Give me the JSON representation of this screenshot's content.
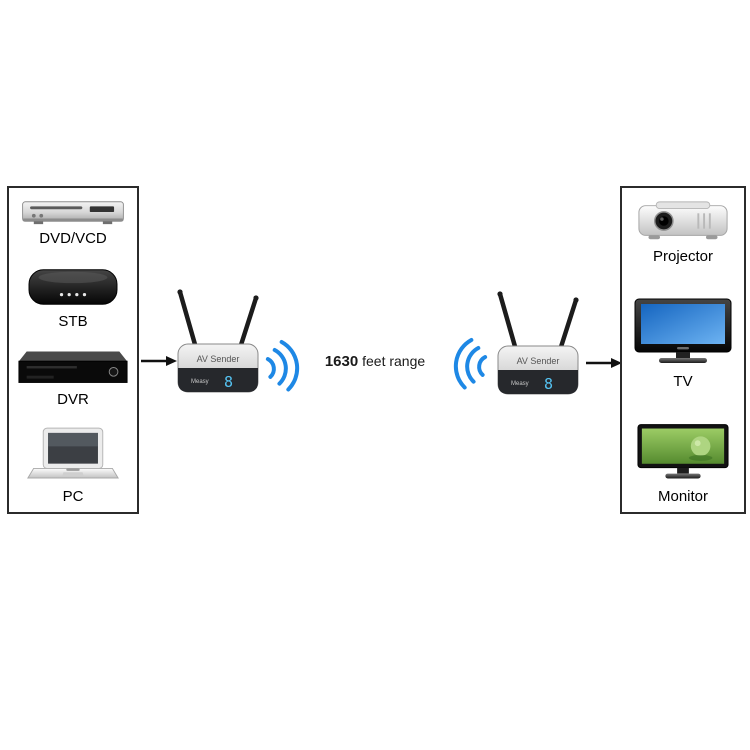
{
  "range_label": {
    "distance": "1630",
    "unit": " feet range"
  },
  "source_box": {
    "items": [
      {
        "label": "DVD/VCD"
      },
      {
        "label": "STB"
      },
      {
        "label": "DVR"
      },
      {
        "label": "PC"
      }
    ]
  },
  "display_box": {
    "items": [
      {
        "label": "Projector"
      },
      {
        "label": "TV"
      },
      {
        "label": "Monitor"
      }
    ]
  },
  "transmitter": {
    "name": "AV Sender",
    "channel": "8",
    "brand": "Measy"
  },
  "receiver": {
    "name": "AV Sender",
    "channel": "8",
    "brand": "Measy"
  },
  "colors": {
    "wifi_blue": "#1e88e5",
    "channel_blue": "#55c3f2",
    "arrow_black": "#111111",
    "box_border": "#2b2b2b"
  }
}
